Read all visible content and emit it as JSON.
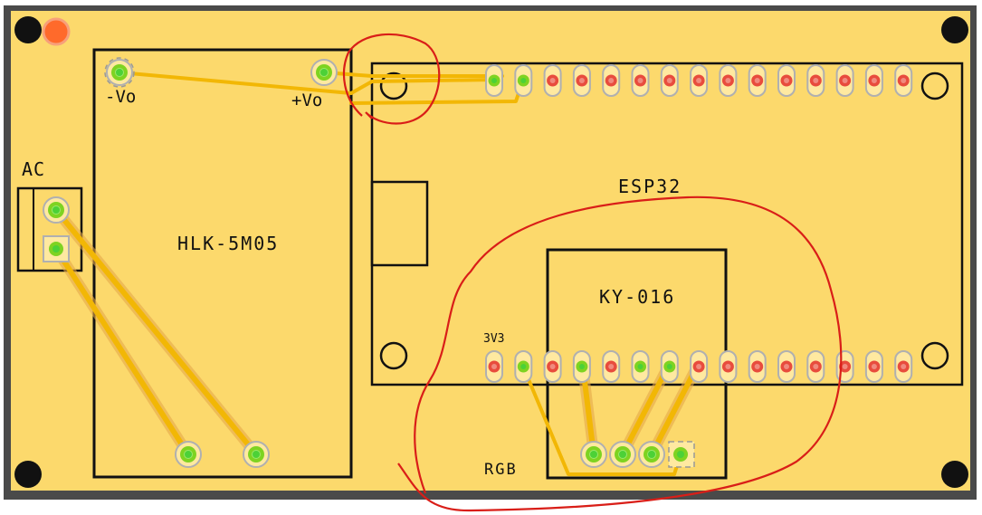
{
  "board": {
    "colors": {
      "board": "#fcd96c",
      "frame": "#4a4a4a",
      "silkscreen": "#111111",
      "trace": "#f2b705",
      "trace_shadow": "#e6a94a",
      "pad_active": "#7ed321",
      "pad_active_core": "#4cd137",
      "pad_idle": "#e84c3d",
      "pad_ring": "#b0b0b0",
      "markup": "#d91e18",
      "fiducial": "#ff6a2b"
    }
  },
  "labels": {
    "ac": "AC",
    "hlk_module": "HLK-5M05",
    "minus_vo": "-Vo",
    "plus_vo": "+Vo",
    "esp32": "ESP32",
    "sensor": "KY-016",
    "pin_3v3": "3V3",
    "rgb": "RGB"
  },
  "esp32_pins": {
    "top_row_active": [
      true,
      true,
      false,
      false,
      false,
      false,
      false,
      false,
      false,
      false,
      false,
      false,
      false,
      false,
      false
    ],
    "bottom_row_active": [
      false,
      true,
      false,
      true,
      false,
      true,
      true,
      false,
      false,
      false,
      false,
      false,
      false,
      false,
      false
    ]
  },
  "icons": {
    "mount_hole": "mount-hole-icon",
    "fiducial": "fiducial-icon"
  }
}
